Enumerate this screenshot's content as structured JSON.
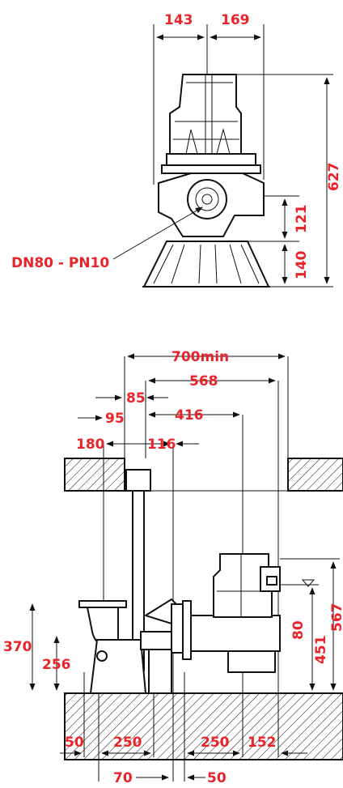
{
  "colors": {
    "dimension": "#e8242b",
    "line": "#111111",
    "background": "#ffffff"
  },
  "top_view": {
    "d143": "143",
    "d169": "169",
    "d627": "627",
    "d121": "121",
    "d140": "140",
    "outlet_label": "DN80 - PN10"
  },
  "side_view": {
    "d700": "700min",
    "d568": "568",
    "d85": "85",
    "d95": "95",
    "d416": "416",
    "d180": "180",
    "d116": "116",
    "d370": "370",
    "d256": "256",
    "d80": "80",
    "d451": "451",
    "d567": "567",
    "d50a": "50",
    "d250a": "250",
    "d250b": "250",
    "d152": "152",
    "d70": "70",
    "d50b": "50"
  }
}
